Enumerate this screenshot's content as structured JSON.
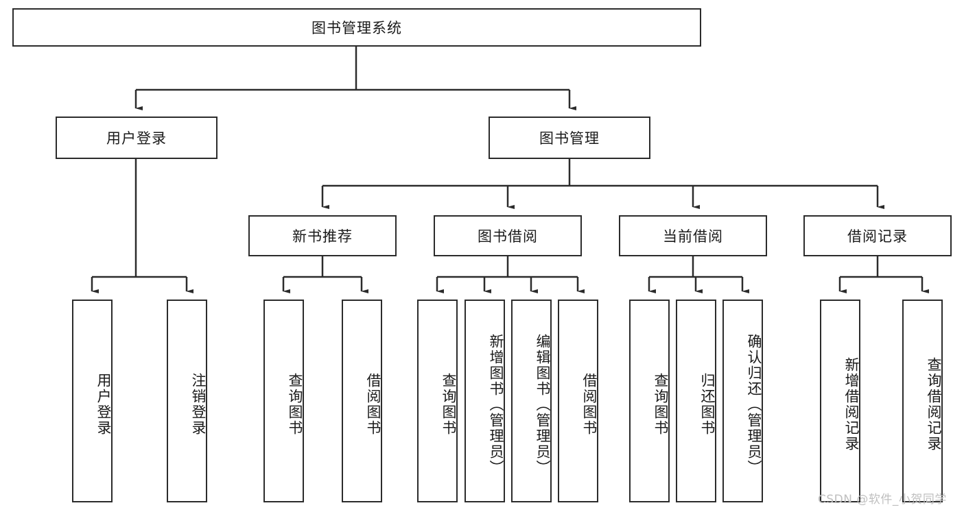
{
  "diagram": {
    "title": "图书管理系统",
    "type": "hierarchy-tree",
    "root": {
      "label": "图书管理系统"
    },
    "level2": [
      {
        "label": "用户登录"
      },
      {
        "label": "图书管理"
      }
    ],
    "level3": [
      {
        "label": "新书推荐"
      },
      {
        "label": "图书借阅"
      },
      {
        "label": "当前借阅"
      },
      {
        "label": "借阅记录"
      }
    ],
    "leaves": {
      "user_login": [
        {
          "label": "用户登录"
        },
        {
          "label": "注销登录"
        }
      ],
      "new_book_recommend": [
        {
          "label": "查询图书"
        },
        {
          "label": "借阅图书"
        }
      ],
      "book_borrow": [
        {
          "label": "查询图书"
        },
        {
          "label": "新增图书（管理员）"
        },
        {
          "label": "编辑图书（管理员）"
        },
        {
          "label": "借阅图书"
        }
      ],
      "current_borrow": [
        {
          "label": "查询图书"
        },
        {
          "label": "归还图书"
        },
        {
          "label": "确认归还（管理员）"
        }
      ],
      "borrow_record": [
        {
          "label": "新增借阅记录"
        },
        {
          "label": "查询借阅记录"
        }
      ]
    }
  },
  "watermark": {
    "text": "CSDN @软件_小贺同学"
  },
  "colors": {
    "stroke": "#2b2b2b",
    "background": "#ffffff",
    "text": "#1a1a1a",
    "watermark": "#bfbfbf"
  }
}
